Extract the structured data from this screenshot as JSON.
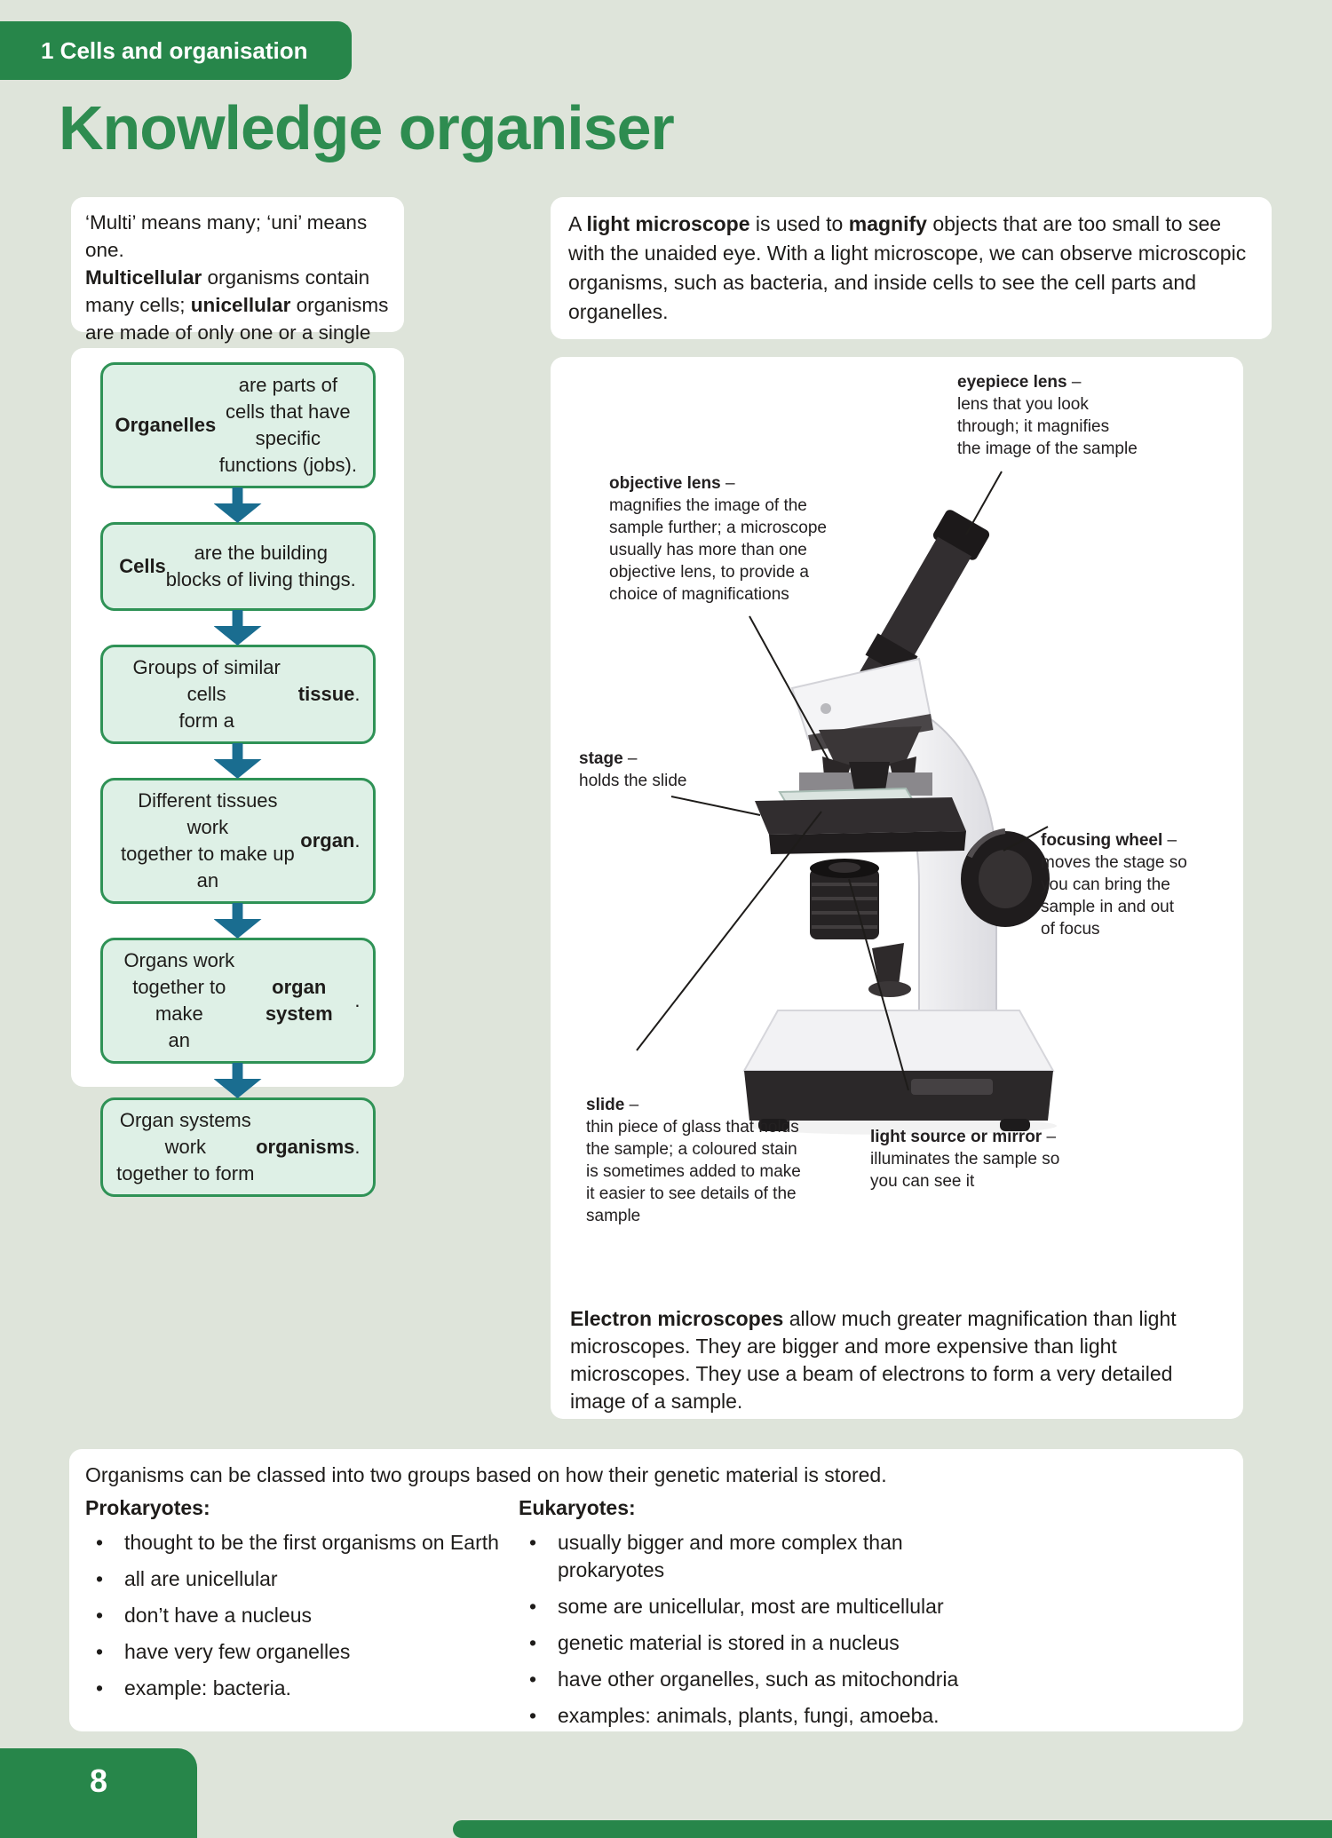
{
  "colors": {
    "green_dark": "#27864a",
    "green_title": "#2e8c50",
    "flow_box_border": "#2f9256",
    "flow_box_fill": "#def0e6",
    "arrow_teal": "#1a6d90",
    "page_bg": "#dee4da",
    "text": "#1e1c1a"
  },
  "header": {
    "unit_tab": "1 Cells and organisation",
    "title": "Knowledge organiser"
  },
  "footer": {
    "page_number": "8"
  },
  "left": {
    "intro_p1": [
      {
        "t": "‘Multi’ means many; ‘uni’ means one.",
        "b": false
      }
    ],
    "intro_p2": [
      {
        "t": "Multicellular",
        "b": true
      },
      {
        "t": " organisms contain many cells; ",
        "b": false
      },
      {
        "t": "unicellular",
        "b": true
      },
      {
        "t": " organisms are made of only one or a single cell.",
        "b": false
      }
    ],
    "flowchart": [
      [
        {
          "t": "Organelles",
          "b": true
        },
        {
          "t": " are parts of\ncells that have specific\nfunctions (jobs).",
          "b": false
        }
      ],
      [
        {
          "t": "Cells",
          "b": true
        },
        {
          "t": " are the building\nblocks of living things.",
          "b": false
        }
      ],
      [
        {
          "t": "Groups of similar cells\nform a ",
          "b": false
        },
        {
          "t": "tissue",
          "b": true
        },
        {
          "t": ".",
          "b": false
        }
      ],
      [
        {
          "t": "Different tissues work\ntogether to make up\nan ",
          "b": false
        },
        {
          "t": "organ",
          "b": true
        },
        {
          "t": ".",
          "b": false
        }
      ],
      [
        {
          "t": "Organs work\ntogether to make\nan ",
          "b": false
        },
        {
          "t": "organ system",
          "b": true
        },
        {
          "t": ".",
          "b": false
        }
      ],
      [
        {
          "t": "Organ systems work\ntogether to form\n",
          "b": false
        },
        {
          "t": "organisms",
          "b": true
        },
        {
          "t": ".",
          "b": false
        }
      ]
    ]
  },
  "right": {
    "intro": [
      {
        "t": "A ",
        "b": false
      },
      {
        "t": "light microscope",
        "b": true
      },
      {
        "t": " is used to ",
        "b": false
      },
      {
        "t": "magnify",
        "b": true
      },
      {
        "t": " objects that are too small to see with the unaided eye. With a light microscope, we can observe microscopic organisms, such as bacteria, and inside cells to see the cell parts and organelles.",
        "b": false
      }
    ],
    "label_dash": " –",
    "labels": [
      {
        "name": "eyepiece lens",
        "body": "lens that you look\nthrough; it magnifies\nthe image of the sample"
      },
      {
        "name": "objective lens",
        "body": "magnifies the image of the\nsample further; a microscope\nusually has more than one\nobjective lens, to provide a\nchoice of magnifications"
      },
      {
        "name": "stage",
        "body": "holds the slide"
      },
      {
        "name": "focusing wheel",
        "body": "moves the stage so\nyou can bring the\nsample in and out\nof focus"
      },
      {
        "name": "slide",
        "body": "thin piece of glass that holds\nthe sample; a coloured stain\nis sometimes added to make\nit easier to see details of the\nsample"
      },
      {
        "name": "light source or mirror",
        "body": "illuminates the sample so\nyou can see it"
      }
    ],
    "electron": [
      {
        "t": "Electron microscopes",
        "b": true
      },
      {
        "t": " allow much greater magnification than light microscopes. They are bigger and more expensive than light microscopes. They use a beam of electrons to form a very detailed image of a sample.",
        "b": false
      }
    ]
  },
  "bottom": {
    "intro": "Organisms can be classed into two groups based on how their genetic material is stored.",
    "columns": [
      {
        "heading": "Prokaryotes:",
        "bullets": [
          "thought to be the first organisms on Earth",
          "all are unicellular",
          "don’t have a nucleus",
          "have very few organelles",
          "example: bacteria."
        ]
      },
      {
        "heading": "Eukaryotes:",
        "bullets": [
          "usually bigger and more complex than\nprokaryotes",
          "some are unicellular, most are multicellular",
          "genetic material is stored in a nucleus",
          "have other organelles, such as mitochondria",
          "examples: animals, plants, fungi, amoeba."
        ]
      }
    ]
  }
}
